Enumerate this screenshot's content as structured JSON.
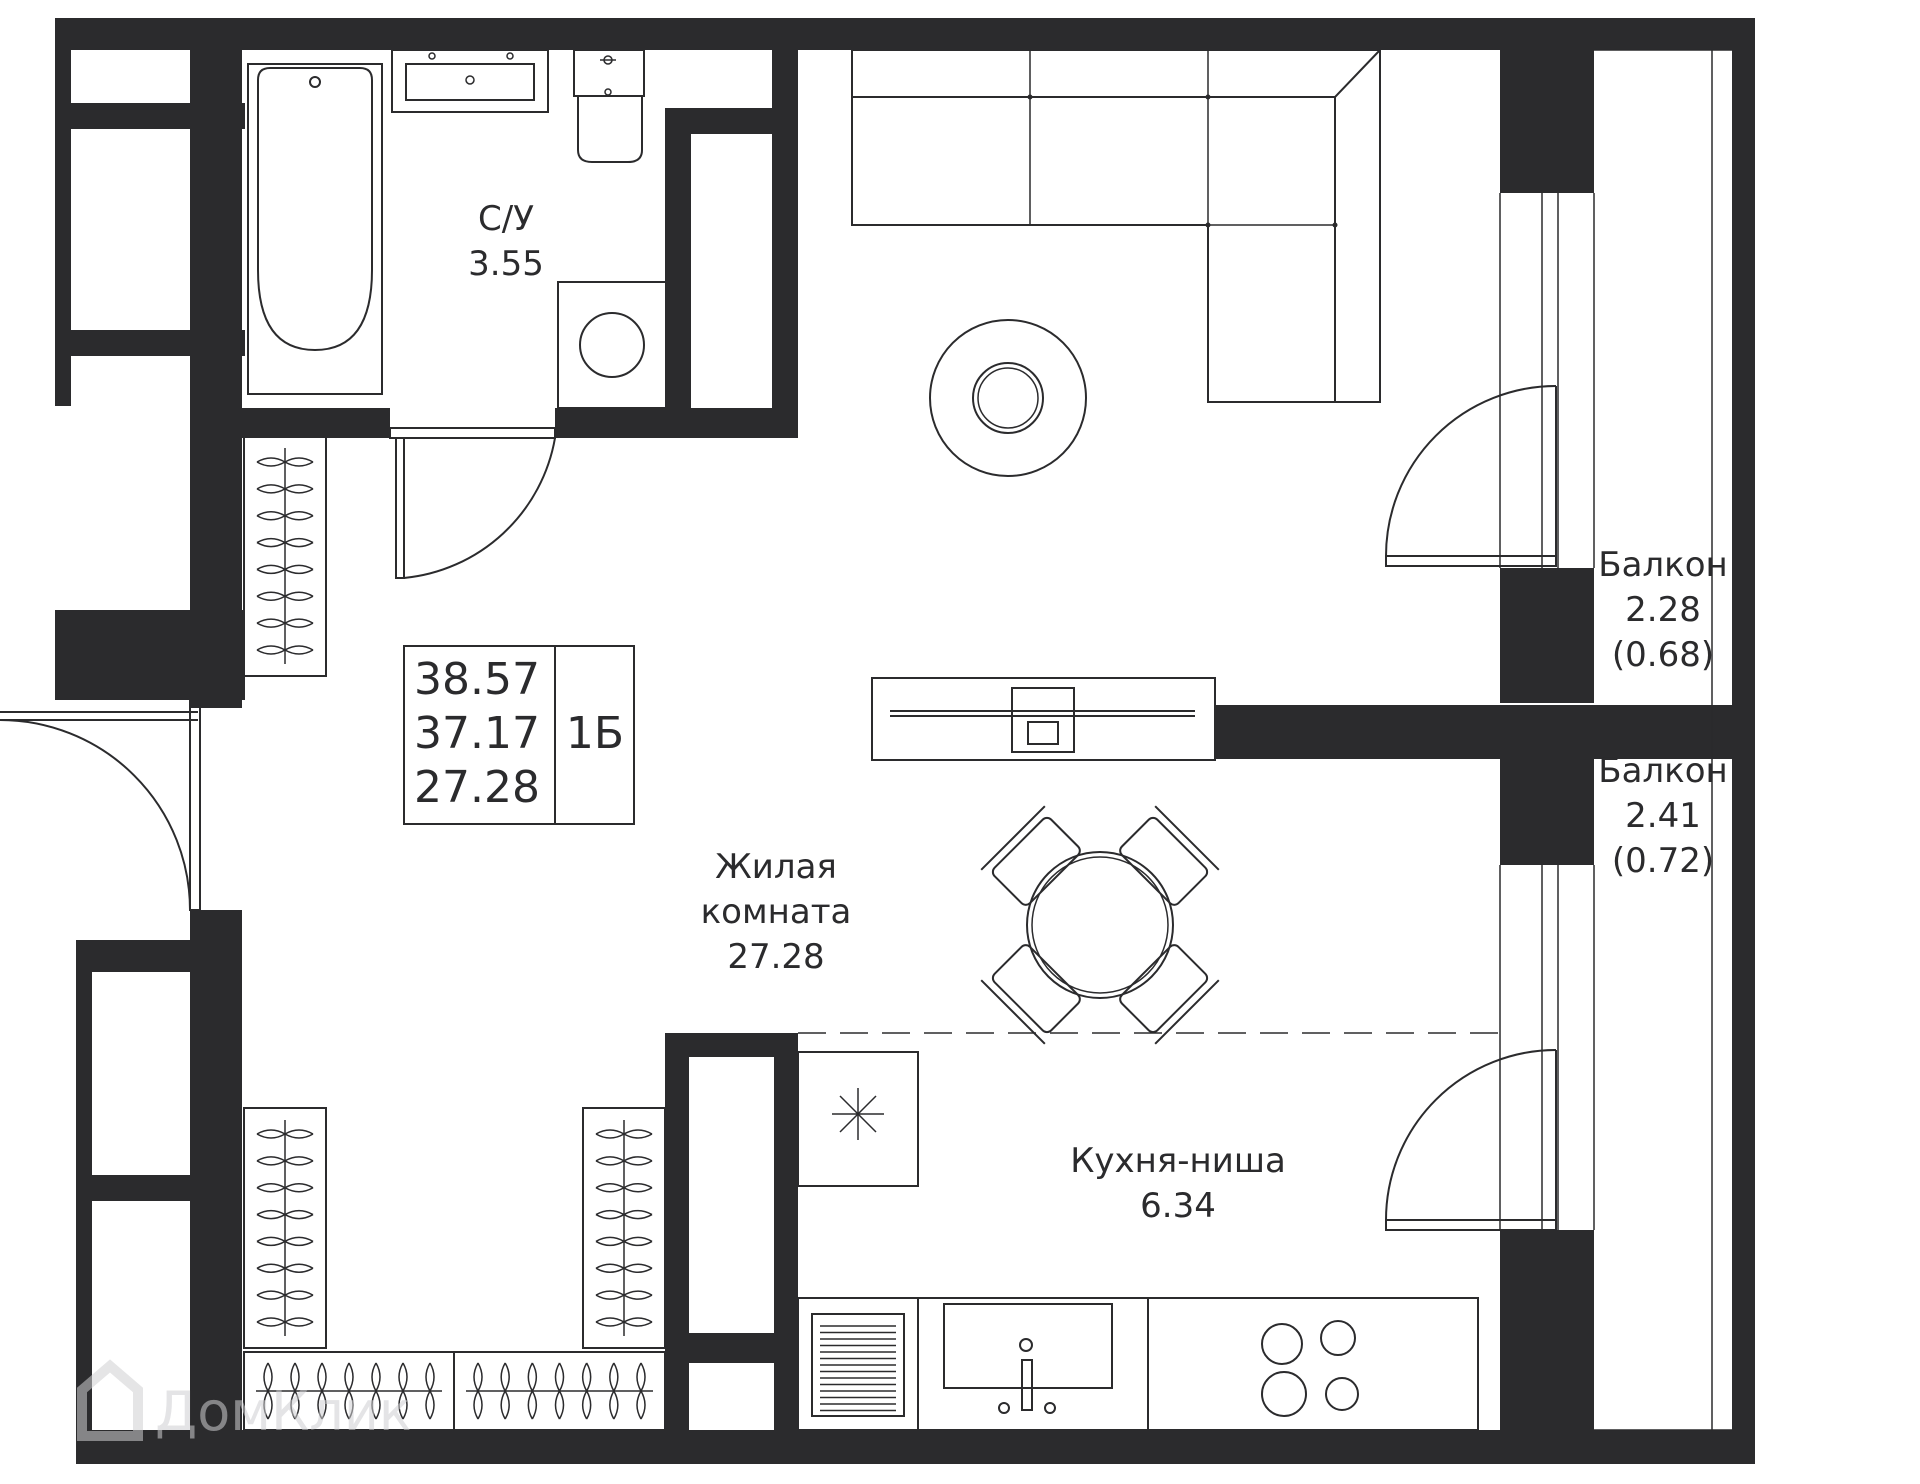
{
  "rooms": {
    "bathroom": {
      "name": "С/У",
      "area": "3.55"
    },
    "living": {
      "name_line1": "Жилая",
      "name_line2": "комната",
      "area": "27.28"
    },
    "kitchen": {
      "name": "Кухня-ниша",
      "area": "6.34"
    },
    "balcony_1": {
      "name": "Балкон",
      "area": "2.28",
      "reduced_area": "(0.68)"
    },
    "balcony_2": {
      "name": "Балкон",
      "area": "2.41",
      "reduced_area": "(0.72)"
    }
  },
  "summary": {
    "total_area": "38.57",
    "living_area_total": "37.17",
    "living_room_area": "27.28",
    "apartment_type": "1Б"
  },
  "watermark": {
    "text": "ДомКлик"
  },
  "colors": {
    "wall": "#2b2b2d",
    "background": "#ffffff",
    "line": "#2b2b2d"
  }
}
